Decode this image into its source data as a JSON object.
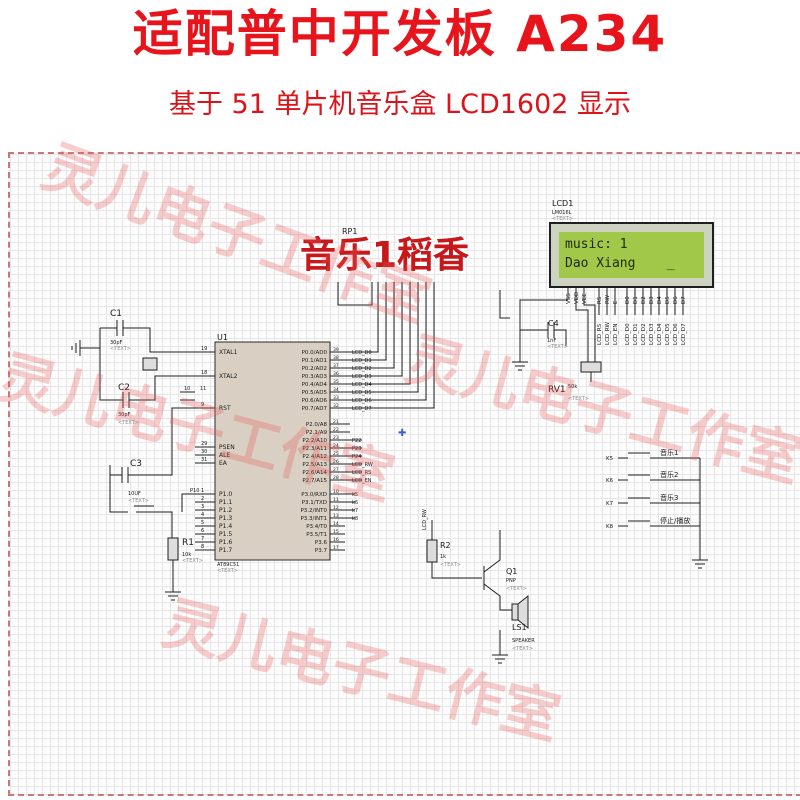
{
  "header": {
    "title": "适配普中开发板 A234",
    "subtitle": "基于 51 单片机音乐盒 LCD1602 显示"
  },
  "watermark": {
    "text": "灵儿电子工作室",
    "color": "#e85a5a"
  },
  "overlay": {
    "text": "音乐1稻香",
    "color": "#c8181b"
  },
  "lcd": {
    "ref": "LCD1",
    "model": "LM016L",
    "text_tag": "<TEXT>",
    "line1": "music: 1",
    "line2": "Dao Xiang    _",
    "pins": [
      "VSS",
      "VDD",
      "VEE",
      "RS",
      "RW",
      "E",
      "D0",
      "D1",
      "D2",
      "D3",
      "D4",
      "D5",
      "D6",
      "D7"
    ],
    "bus_labels": [
      "LCD_RS",
      "LCD_RW",
      "LCD_EN",
      "LCD_D0",
      "LCD_D1",
      "LCD_D2",
      "LCD_D3",
      "LCD_D4",
      "LCD_D5",
      "LCD_D6",
      "LCD_D7"
    ],
    "screen_color": "#a2c84a"
  },
  "rp1": {
    "ref": "RP1"
  },
  "c1": {
    "ref": "C1",
    "value": "30pF",
    "tag": "<TEXT>"
  },
  "c2": {
    "ref": "C2",
    "value": "30pF",
    "tag": "<TEXT>"
  },
  "c3": {
    "ref": "C3",
    "value": "10UF",
    "tag": "<TEXT>"
  },
  "c4": {
    "ref": "C4",
    "value": "1nF",
    "tag": "<TEXT>"
  },
  "rv1": {
    "ref": "RV1",
    "value": "50k",
    "tag": "<TEXT>"
  },
  "r1": {
    "ref": "R1",
    "value": "10k",
    "tag": "<TEXT>"
  },
  "r2": {
    "ref": "R2",
    "value": "1k",
    "tag": "<TEXT>"
  },
  "q1": {
    "ref": "Q1",
    "value": "PNP",
    "tag": "<TEXT>"
  },
  "ls1": {
    "ref": "LS1",
    "value": "SPEAKER",
    "tag": "<TEXT>"
  },
  "net_lcd_rw": "LCD_RW",
  "u1": {
    "ref": "U1",
    "model": "AT89C51",
    "tag": "<TEXT>",
    "left_pins": [
      {
        "num": "19",
        "name": "XTAL1"
      },
      {
        "num": "18",
        "name": "XTAL2"
      },
      {
        "num": "9",
        "name": "RST"
      },
      {
        "num": "29",
        "name": "PSEN"
      },
      {
        "num": "30",
        "name": "ALE"
      },
      {
        "num": "31",
        "name": "EA"
      },
      {
        "num": "1",
        "name": "P1.0"
      },
      {
        "num": "2",
        "name": "P1.1"
      },
      {
        "num": "3",
        "name": "P1.2"
      },
      {
        "num": "4",
        "name": "P1.3"
      },
      {
        "num": "5",
        "name": "P1.4"
      },
      {
        "num": "6",
        "name": "P1.5"
      },
      {
        "num": "7",
        "name": "P1.6"
      },
      {
        "num": "8",
        "name": "P1.7"
      }
    ],
    "left_extra": [
      "10",
      "11",
      "P10"
    ],
    "right_p0": [
      {
        "num": "39",
        "name": "P0.0/AD0",
        "net": "LCD_D0"
      },
      {
        "num": "38",
        "name": "P0.1/AD1",
        "net": "LCD_D1"
      },
      {
        "num": "37",
        "name": "P0.2/AD2",
        "net": "LCD_D2"
      },
      {
        "num": "36",
        "name": "P0.3/AD3",
        "net": "LCD_D3"
      },
      {
        "num": "35",
        "name": "P0.4/AD4",
        "net": "LCD_D4"
      },
      {
        "num": "34",
        "name": "P0.5/AD5",
        "net": "LCD_D5"
      },
      {
        "num": "33",
        "name": "P0.6/AD6",
        "net": "LCD_D6"
      },
      {
        "num": "32",
        "name": "P0.7/AD7",
        "net": "LCD_D7"
      }
    ],
    "right_p2": [
      {
        "num": "21",
        "name": "P2.0/A8",
        "net": ""
      },
      {
        "num": "22",
        "name": "P2.1/A9",
        "net": ""
      },
      {
        "num": "23",
        "name": "P2.2/A10",
        "net": "P22"
      },
      {
        "num": "24",
        "name": "P2.3/A11",
        "net": "P23"
      },
      {
        "num": "25",
        "name": "P2.4/A12",
        "net": "P24"
      },
      {
        "num": "26",
        "name": "P2.5/A13",
        "net": "LCD_RW"
      },
      {
        "num": "27",
        "name": "P2.6/A14",
        "net": "LCD_RS"
      },
      {
        "num": "28",
        "name": "P2.7/A15",
        "net": "LCD_EN"
      }
    ],
    "right_p3": [
      {
        "num": "10",
        "name": "P3.0/RXD",
        "net": "k5"
      },
      {
        "num": "11",
        "name": "P3.1/TXD",
        "net": "k6"
      },
      {
        "num": "12",
        "name": "P3.2/INT0",
        "net": "k7"
      },
      {
        "num": "13",
        "name": "P3.3/INT1",
        "net": "k8"
      },
      {
        "num": "14",
        "name": "P3.4/T0",
        "net": ""
      },
      {
        "num": "15",
        "name": "P3.5/T1",
        "net": ""
      },
      {
        "num": "16",
        "name": "P3.6",
        "net": ""
      },
      {
        "num": "17",
        "name": "P3.7",
        "net": ""
      }
    ]
  },
  "buttons": [
    {
      "net": "K5",
      "label": "音乐1"
    },
    {
      "net": "K6",
      "label": "音乐2"
    },
    {
      "net": "K7",
      "label": "音乐3"
    },
    {
      "net": "K8",
      "label": "停止/播放"
    }
  ]
}
